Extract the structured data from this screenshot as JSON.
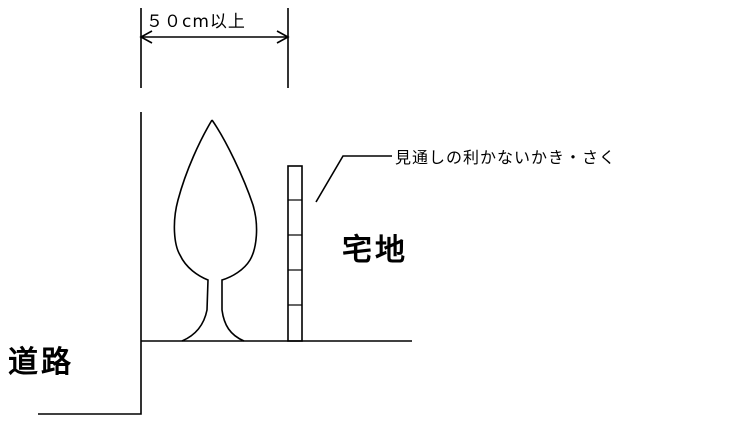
{
  "labels": {
    "dimension": "５０cm以上",
    "fence_note": "見通しの利かないかき・さく",
    "residential_land": "宅地",
    "road": "道路"
  }
}
